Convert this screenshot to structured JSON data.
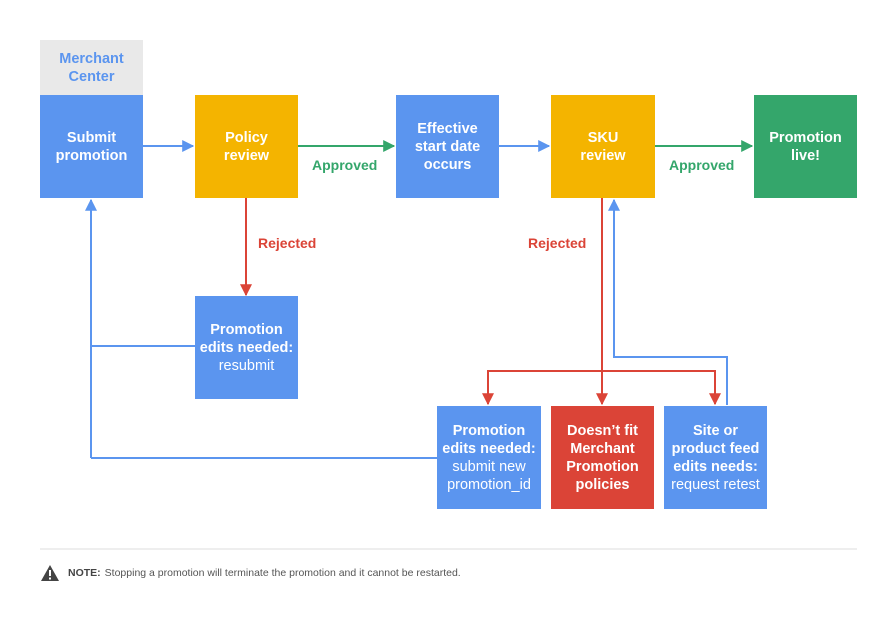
{
  "colors": {
    "blue": "#5b95ef",
    "yellow": "#f4b400",
    "green": "#34a66b",
    "red": "#db4437",
    "header_bg": "#e9e9e9"
  },
  "header": {
    "line1": "Merchant",
    "line2": "Center"
  },
  "boxes": {
    "submit": {
      "line1": "Submit",
      "line2": "promotion"
    },
    "policy": {
      "line1": "Policy",
      "line2": "review"
    },
    "effective": {
      "line1": "Effective",
      "line2": "start date",
      "line3": "occurs"
    },
    "sku": {
      "line1": "SKU",
      "line2": "review"
    },
    "live": {
      "line1": "Promotion",
      "line2": "live!"
    },
    "edits_resubmit": {
      "line1": "Promotion",
      "line2": "edits needed:",
      "line3": "resubmit"
    },
    "edits_new_id": {
      "line1": "Promotion",
      "line2": "edits needed:",
      "line3": "submit new",
      "line4": "promotion_id"
    },
    "policy_fail": {
      "line1": "Doesn’t fit",
      "line2": "Merchant",
      "line3": "Promotion",
      "line4": "policies"
    },
    "retest": {
      "line1": "Site or",
      "line2": "product feed",
      "line3": "edits needs:",
      "line4": "request retest"
    }
  },
  "labels": {
    "approved_1": "Approved",
    "approved_2": "Approved",
    "rejected_1": "Rejected",
    "rejected_2": "Rejected"
  },
  "note": {
    "icon": "warning-icon",
    "prefix": "NOTE:",
    "text": "Stopping a promotion will terminate the promotion and it cannot be restarted."
  }
}
